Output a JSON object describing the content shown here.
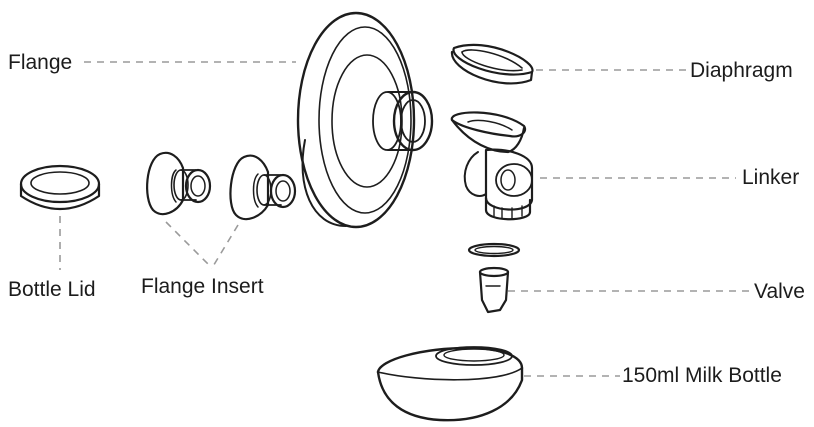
{
  "labels": {
    "flange": "Flange",
    "bottle_lid": "Bottle Lid",
    "flange_insert": "Flange Insert",
    "diaphragm": "Diaphragm",
    "linker": "Linker",
    "valve": "Valve",
    "milk_bottle": "150ml Milk Bottle"
  },
  "colors": {
    "stroke": "#1d1d1d",
    "leader_line": "#9a9a9a",
    "text": "#1c1c1c",
    "background": "#ffffff"
  }
}
